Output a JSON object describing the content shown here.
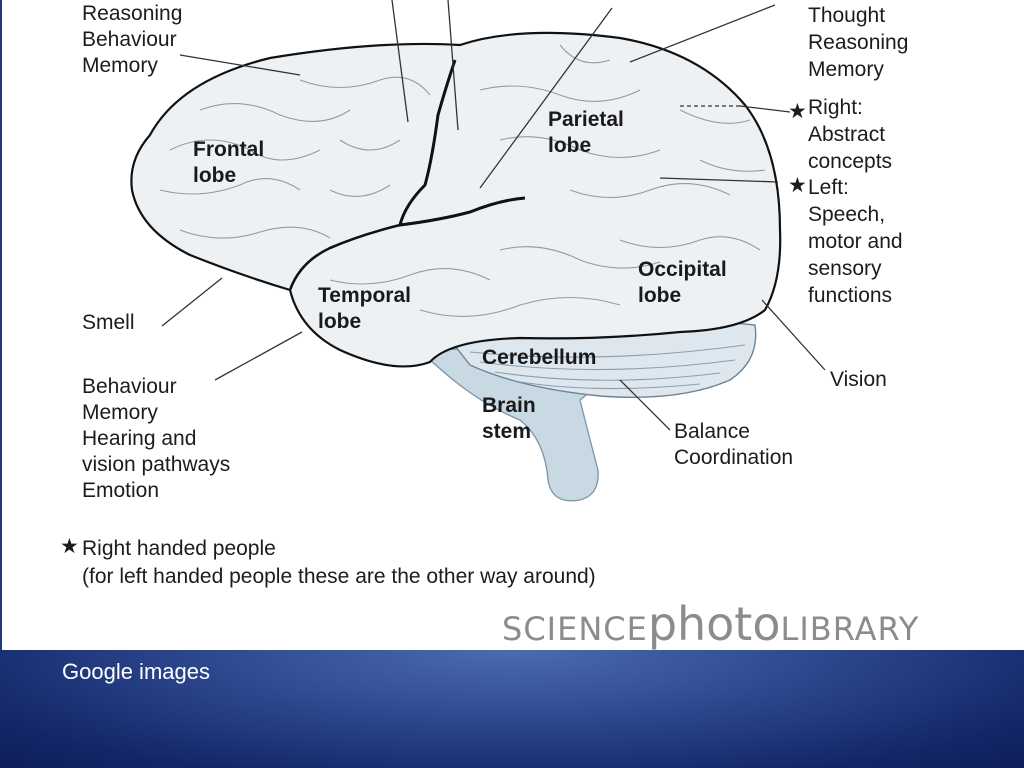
{
  "functions": {
    "frontal_top": [
      "Reasoning",
      "Behaviour",
      "Memory"
    ],
    "parietal_top": [
      "Thought",
      "Reasoning",
      "Memory"
    ],
    "right_hemisphere": [
      "Right:",
      "Abstract",
      "concepts"
    ],
    "left_hemisphere": [
      "Left:",
      "Speech,",
      "motor and",
      "sensory",
      "functions"
    ],
    "smell": "Smell",
    "temporal": [
      "Behaviour",
      "Memory",
      "Hearing and",
      "vision pathways",
      "Emotion"
    ],
    "vision": "Vision",
    "cerebellum_function": [
      "Balance",
      "Coordination"
    ]
  },
  "lobes": {
    "frontal": [
      "Frontal",
      "lobe"
    ],
    "parietal": [
      "Parietal",
      "lobe"
    ],
    "temporal": [
      "Temporal",
      "lobe"
    ],
    "occipital": [
      "Occipital",
      "lobe"
    ],
    "cerebellum": "Cerebellum",
    "brain_stem": [
      "Brain",
      "stem"
    ]
  },
  "star_symbol": "★",
  "footnote": {
    "line1": "Right handed people",
    "line2": "(for left handed people these are the other way around)"
  },
  "watermark": {
    "part1": "SCIENCE",
    "part2": "photo",
    "part3": "LIBRARY"
  },
  "footer": {
    "caption": "Google images"
  },
  "colors": {
    "brain_fill": "#eef1f4",
    "brain_outline": "#111111",
    "stem_fill": "#c9d9e4",
    "footer_blue": "#2f4a91"
  }
}
